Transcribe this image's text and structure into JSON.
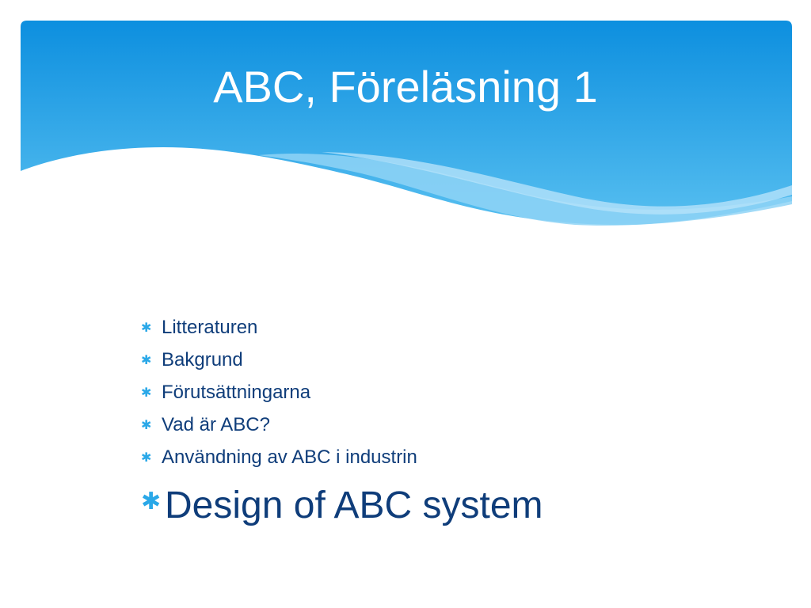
{
  "slide": {
    "title": "ABC, Föreläsning 1",
    "bullets": [
      {
        "icon": "asterisk-bullet-icon",
        "text": "Litteraturen"
      },
      {
        "icon": "asterisk-bullet-icon",
        "text": "Bakgrund"
      },
      {
        "icon": "asterisk-bullet-icon",
        "text": "Förutsättningarna"
      },
      {
        "icon": "asterisk-bullet-icon",
        "text": "Vad är ABC?"
      },
      {
        "icon": "asterisk-bullet-icon",
        "text": "Användning av ABC i industrin"
      }
    ],
    "highlight": {
      "icon": "asterisk-bullet-icon",
      "text": "Design of ABC system"
    }
  },
  "theme": {
    "header_top": "#0d8fdf",
    "header_bottom": "#57bff0",
    "text_color": "#0f3d7a",
    "bullet_color": "#2aa8e8"
  }
}
